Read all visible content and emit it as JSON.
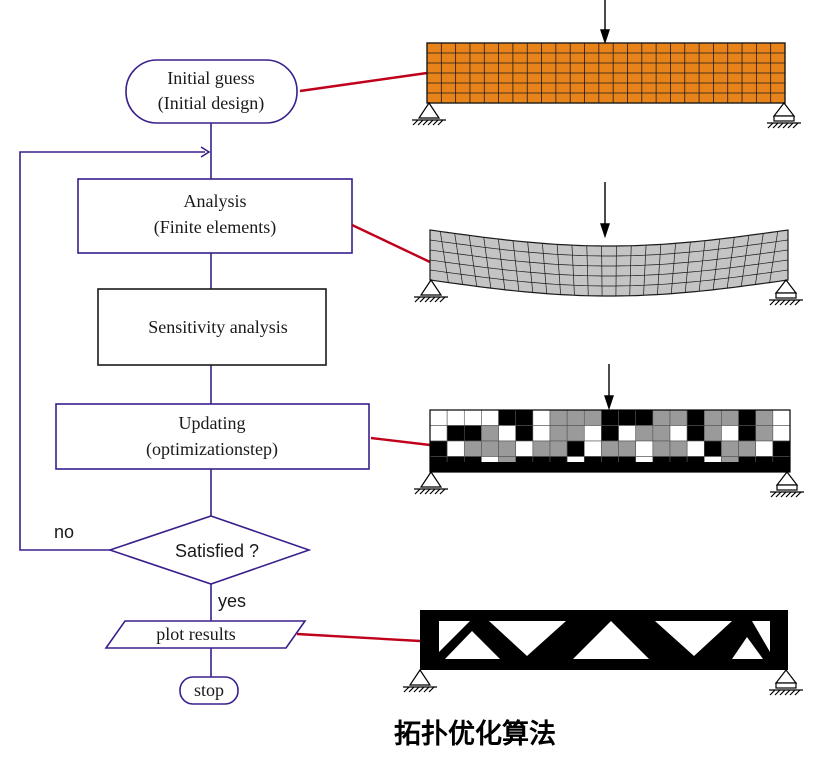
{
  "flowchart": {
    "start": {
      "line1": "Initial guess",
      "line2": "(Initial design)"
    },
    "analysis": {
      "line1": "Analysis",
      "line2": "(Finite elements)"
    },
    "sensitivity": {
      "label": "Sensitivity analysis"
    },
    "updating": {
      "line1": "Updating",
      "line2": "(optimizationstep)"
    },
    "decision": {
      "label": "Satisfied ?"
    },
    "no_label": "no",
    "yes_label": "yes",
    "plot": {
      "label": "plot results"
    },
    "stop": {
      "label": "stop"
    }
  },
  "caption": "拓扑优化算法",
  "colors": {
    "flow_line": "#3a1f8c",
    "connector": "#c0001a",
    "initial_mesh_fill": "#e8831a",
    "deformed_mesh_fill": "#c4c4c4",
    "solid": "#000000"
  },
  "meshes": {
    "initial": {
      "cols": 25,
      "rows": 6
    },
    "deformed": {
      "cols": 25,
      "rows": 5
    },
    "updating": {
      "cols": 21,
      "rows": 4,
      "density": [
        [
          0,
          0,
          0,
          0,
          2,
          2,
          0,
          1,
          1,
          1,
          2,
          2,
          2,
          1,
          1,
          2,
          1,
          1,
          2,
          1,
          0
        ],
        [
          0,
          2,
          2,
          1,
          0,
          2,
          0,
          1,
          1,
          0,
          2,
          0,
          1,
          1,
          0,
          2,
          1,
          0,
          2,
          1,
          0
        ],
        [
          2,
          0,
          1,
          1,
          1,
          0,
          1,
          1,
          2,
          0,
          1,
          1,
          0,
          1,
          1,
          0,
          2,
          1,
          1,
          0,
          2
        ],
        [
          2,
          2,
          2,
          0,
          1,
          2,
          2,
          2,
          0,
          2,
          2,
          2,
          0,
          2,
          2,
          2,
          0,
          1,
          2,
          2,
          2
        ]
      ]
    }
  }
}
